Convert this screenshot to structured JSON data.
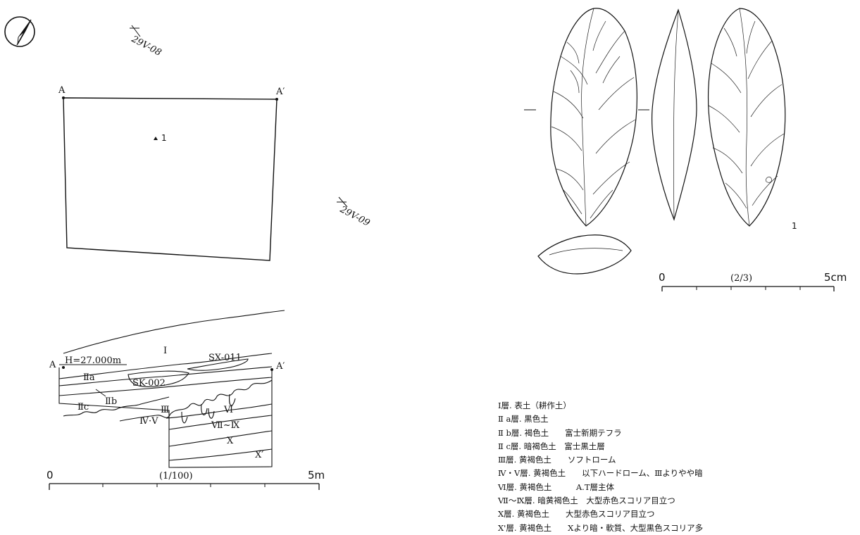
{
  "plan": {
    "grid_label_top": "29V-08",
    "grid_label_right": "29V-09",
    "point_a": "A",
    "point_a_prime": "A′",
    "find_label": "1"
  },
  "section": {
    "datum_label": "H=27.000m",
    "point_a": "A",
    "point_a_prime": "A′",
    "layers": {
      "l1": "I",
      "l2a": "Ⅱa",
      "l2b": "Ⅱb",
      "l2c": "Ⅱc",
      "l3": "Ⅲ",
      "l45": "Ⅳ·Ⅴ",
      "l6": "Ⅵ",
      "l79": "Ⅶ~Ⅸ",
      "l10": "X",
      "l10p": "X′"
    },
    "features": {
      "sk": "SK-002",
      "sx": "SX-011"
    }
  },
  "scale_site": {
    "zero": "0",
    "ratio": "(1/100)",
    "end": "5m"
  },
  "artifact": {
    "number": "1"
  },
  "scale_artifact": {
    "zero": "0",
    "ratio": "(2/3)",
    "end": "5cm"
  },
  "legend": [
    "Ⅰ層. 表土（耕作土）",
    "Ⅱ a層. 黒色土",
    "Ⅱ b層. 褐色土　　富士新期テフラ",
    "Ⅱ c層. 暗褐色土　富士黒土層",
    "Ⅲ層. 黄褐色土　　ソフトローム",
    "Ⅳ・Ⅴ層. 黄褐色土　　以下ハードローム、Ⅲよりやや暗",
    "Ⅵ層. 黄褐色土　　　A.T層主体",
    "Ⅶ～Ⅸ層. 暗黄褐色土　大型赤色スコリア目立つ",
    "Ⅹ層. 黄褐色土　　大型赤色スコリア目立つ",
    "Ⅹ'層. 黄褐色土　　Ⅹより暗・軟質、大型黒色スコリア多"
  ]
}
